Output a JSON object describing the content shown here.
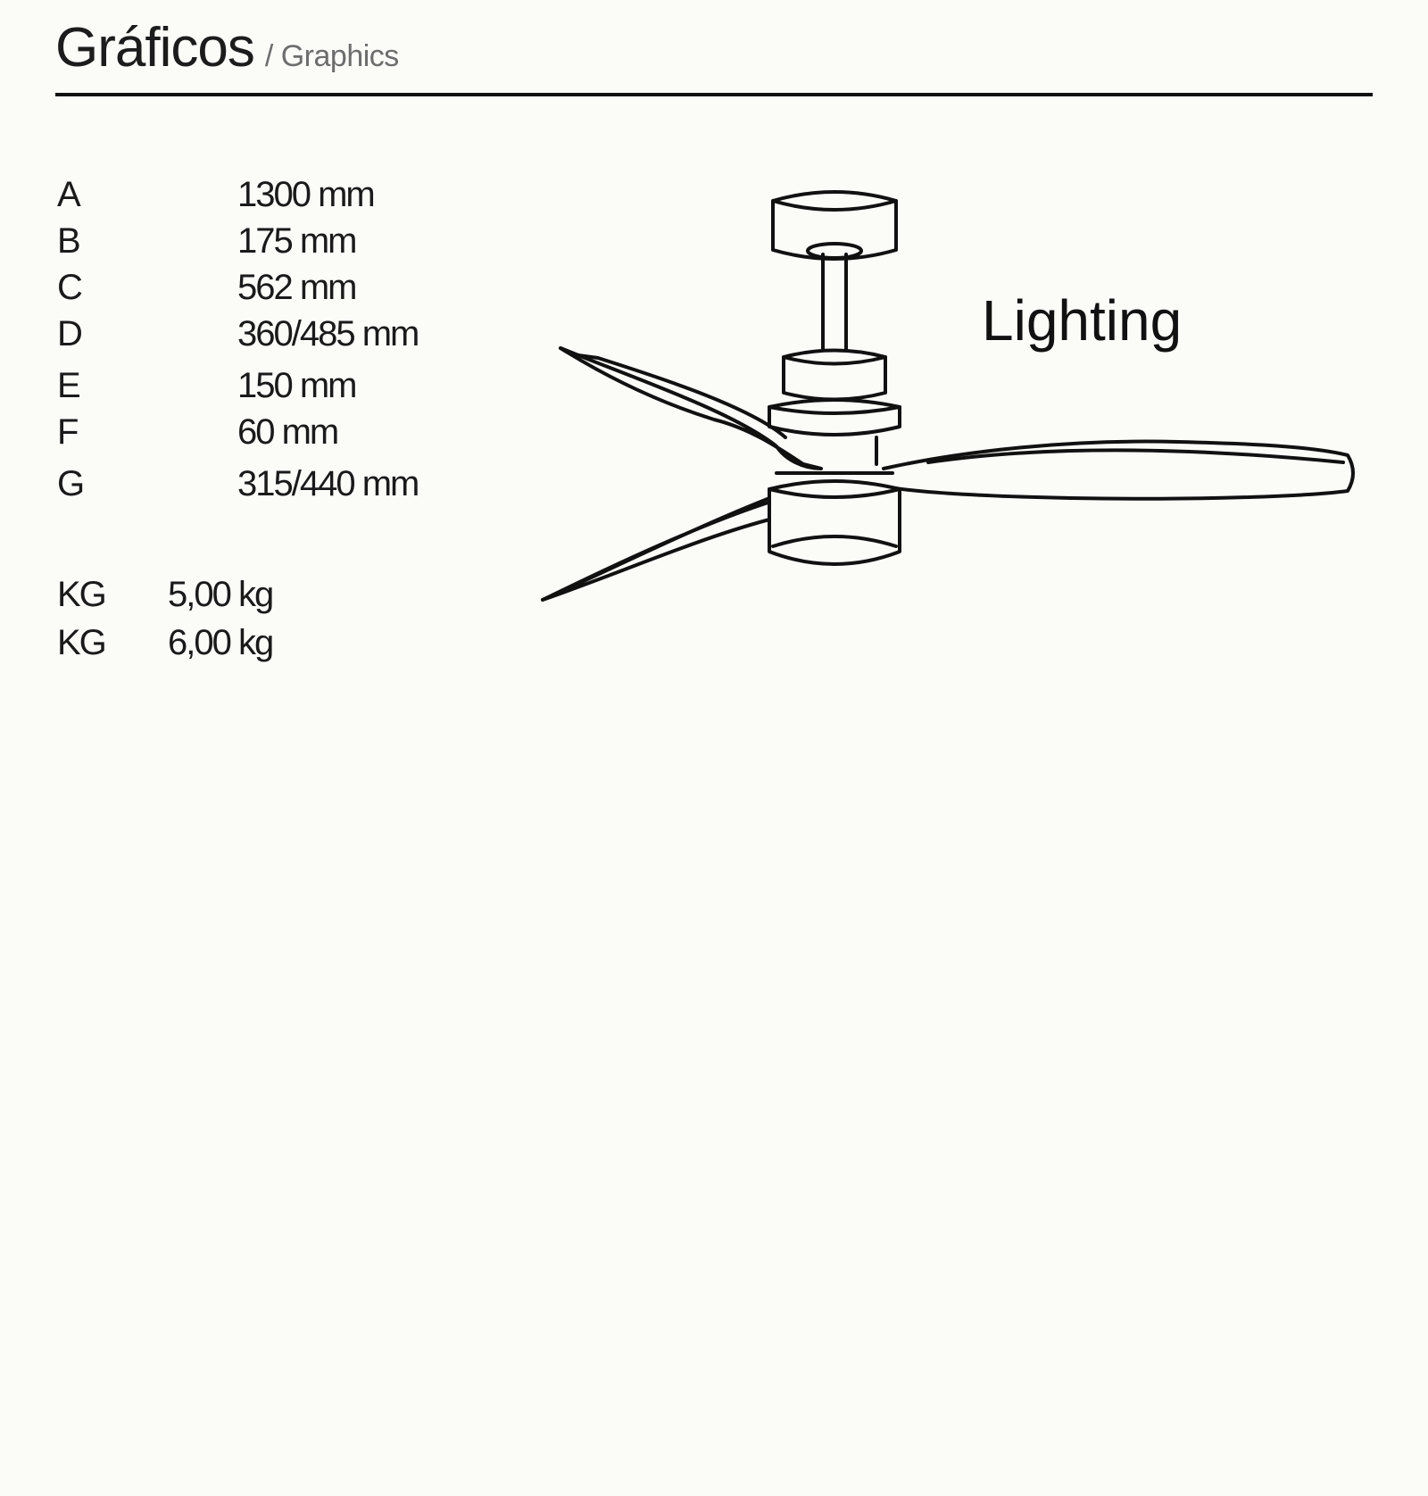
{
  "header": {
    "title": "Gráficos",
    "subtitle": "/ Graphics"
  },
  "specs": [
    {
      "key": "A",
      "value": "1300 mm"
    },
    {
      "key": "B",
      "value": "175 mm"
    },
    {
      "key": "C",
      "value": "562 mm"
    },
    {
      "key": "D",
      "value": "360/485 mm"
    },
    {
      "key": "E",
      "value": "150 mm"
    },
    {
      "key": "F",
      "value": "60 mm"
    },
    {
      "key": "G",
      "value": "315/440 mm"
    }
  ],
  "weights": [
    {
      "key": "KG",
      "value": "5,00 kg"
    },
    {
      "key": "KG",
      "value": "6,00 kg"
    }
  ],
  "diagram": {
    "label": "Lighting",
    "subject": "ceiling-fan-with-light",
    "blade_count": 3,
    "line_color": "#111111"
  }
}
